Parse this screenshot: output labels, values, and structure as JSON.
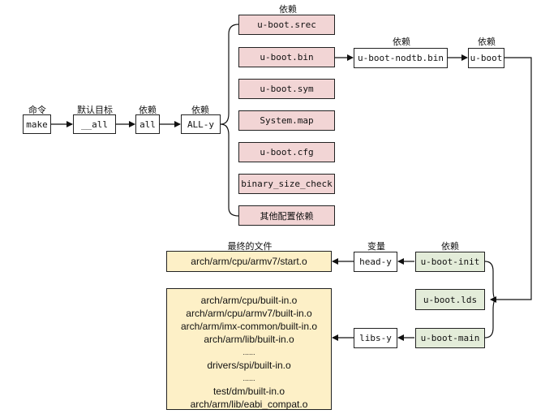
{
  "labels": {
    "command": "命令",
    "default_target": "默认目标",
    "depend1": "依赖",
    "depend2": "依赖",
    "depend_top": "依赖",
    "depend_nodtb": "依赖",
    "depend_uboot": "依赖",
    "final_files": "最终的文件",
    "variable": "变量",
    "depend_init": "依赖"
  },
  "chain": {
    "make": "make",
    "all_default": "__all",
    "all": "all",
    "all_y": "ALL-y"
  },
  "deps": [
    "u-boot.srec",
    "u-boot.bin",
    "u-boot.sym",
    "System.map",
    "u-boot.cfg",
    "binary_size_check",
    "其他配置依赖"
  ],
  "nodtb": "u-boot-nodtb.bin",
  "uboot": "u-boot",
  "uboot_init": "u-boot-init",
  "uboot_lds": "u-boot.lds",
  "uboot_main": "u-boot-main",
  "head_y": "head-y",
  "libs_y": "libs-y",
  "start_o": "arch/arm/cpu/armv7/start.o",
  "libs_files": [
    "arch/arm/cpu/built-in.o",
    "arch/arm/cpu/armv7/built-in.o",
    "arch/arm/imx-common/built-in.o",
    "arch/arm/lib/built-in.o",
    "......",
    "drivers/spi/built-in.o",
    "......",
    "test/dm/built-in.o",
    "arch/arm/lib/eabi_compat.o"
  ]
}
